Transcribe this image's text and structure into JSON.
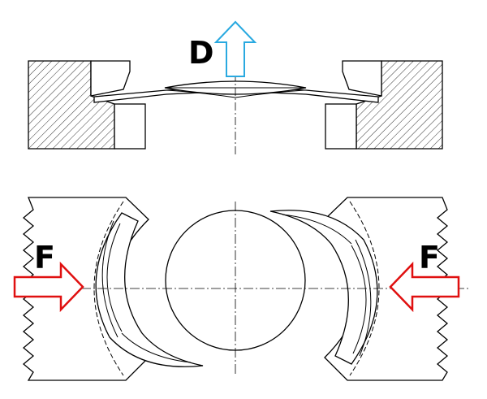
{
  "labels": {
    "top_arrow": "D",
    "left_force": "F",
    "right_force": "F"
  },
  "colors": {
    "line": "#000000",
    "arrow_d": "#29a9e0",
    "arrow_f": "#e01010",
    "background": "#ffffff"
  }
}
